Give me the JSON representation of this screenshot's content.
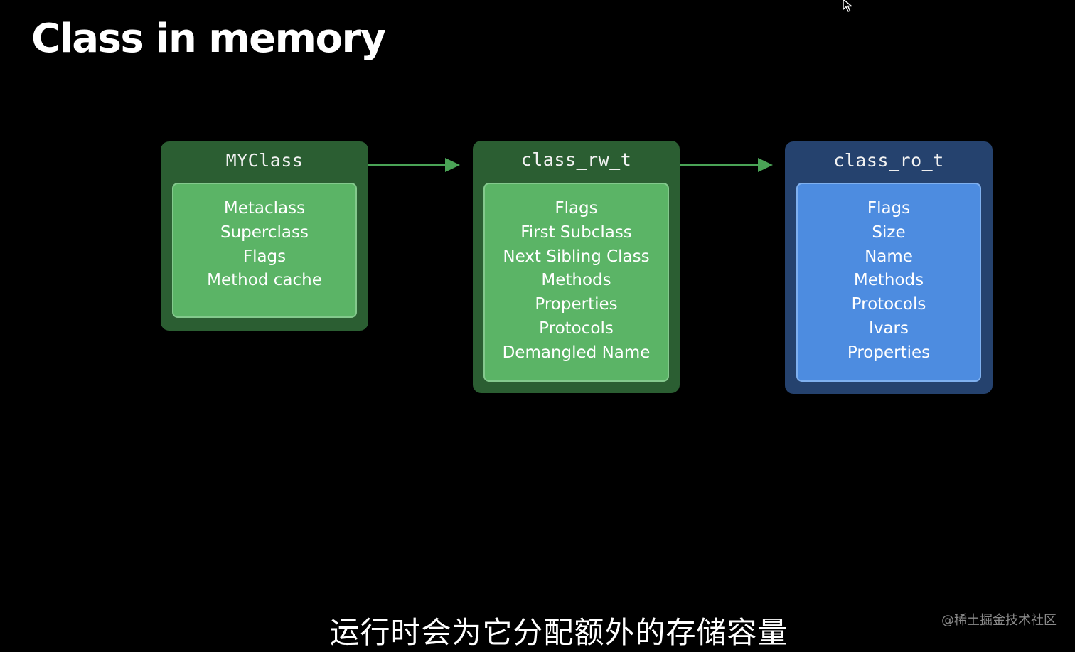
{
  "title": "Class in memory",
  "boxes": [
    {
      "title": "MYClass",
      "color": "#5bb466",
      "fields": [
        "Metaclass",
        "Superclass",
        "Flags",
        "Method cache"
      ]
    },
    {
      "title": "class_rw_t",
      "color": "#5bb466",
      "fields": [
        "Flags",
        "First Subclass",
        "Next Sibling Class",
        "Methods",
        "Properties",
        "Protocols",
        "Demangled Name"
      ]
    },
    {
      "title": "class_ro_t",
      "color": "#4d8ce0",
      "fields": [
        "Flags",
        "Size",
        "Name",
        "Methods",
        "Protocols",
        "Ivars",
        "Properties"
      ]
    }
  ],
  "arrow_color": "#4aa356",
  "subtitle": "运行时会为它分配额外的存储容量",
  "watermark": "@稀土掘金技术社区",
  "icons": {
    "cursor": "mouse-pointer-icon",
    "arrow": "arrow-right-icon"
  }
}
